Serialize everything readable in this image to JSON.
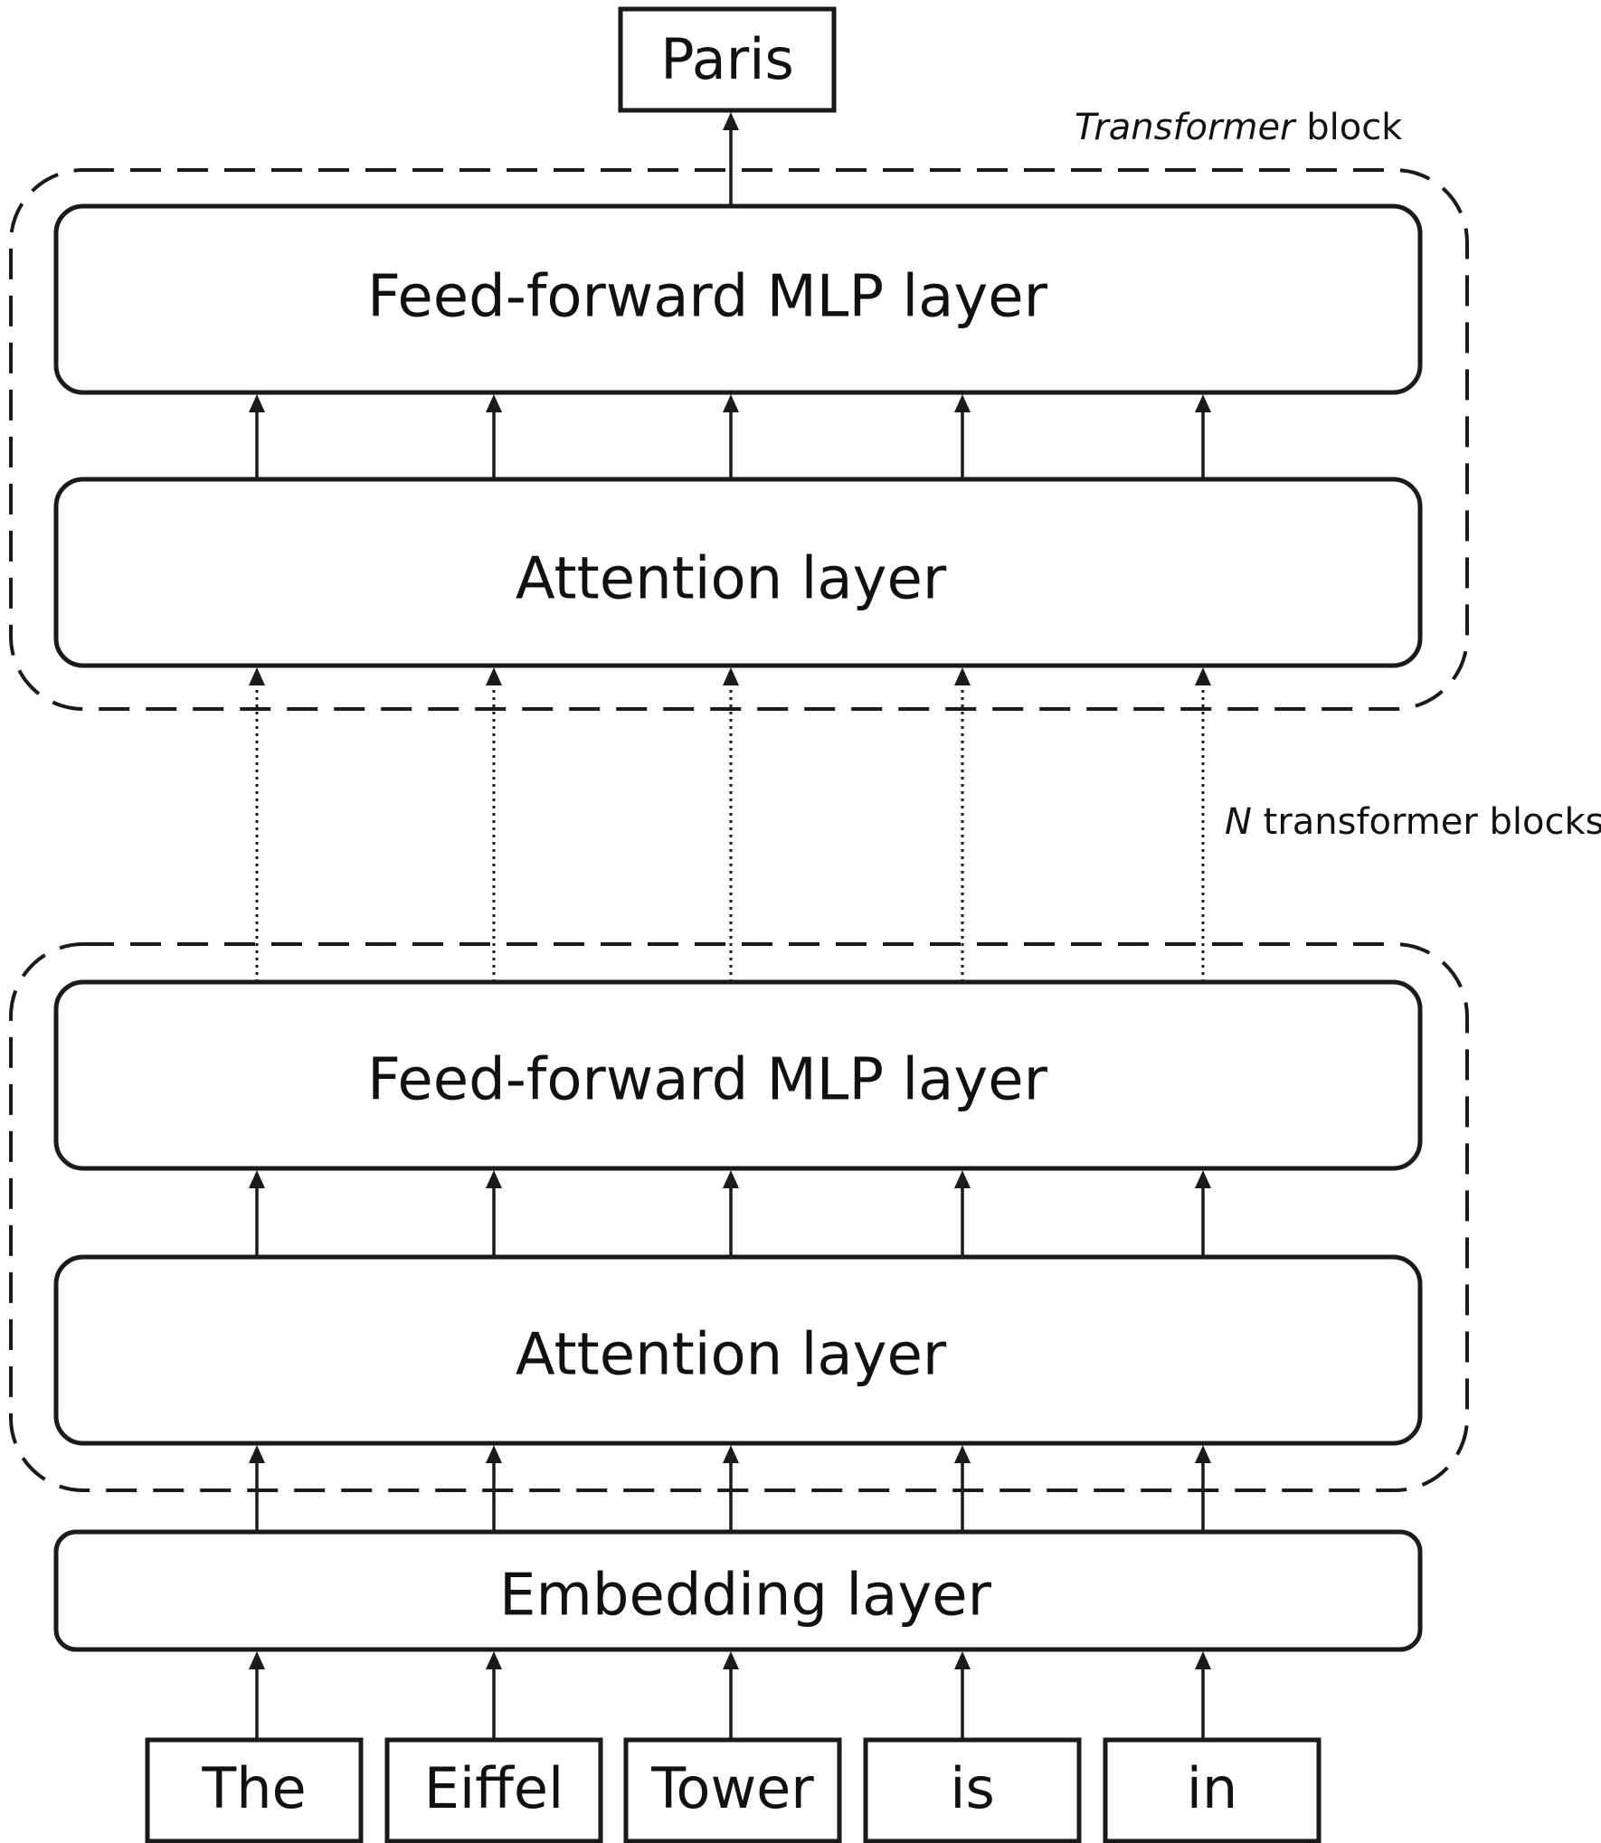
{
  "output_token": "Paris",
  "block_label": {
    "emphasis": "Transformer",
    "rest": " block"
  },
  "repeat_label": {
    "emphasis": "N",
    "rest": " transformer blocks"
  },
  "top_block": {
    "mlp_label": "Feed-forward MLP layer",
    "attention_label": "Attention layer"
  },
  "bottom_block": {
    "mlp_label": "Feed-forward MLP layer",
    "attention_label": "Attention layer"
  },
  "embedding_label": "Embedding layer",
  "input_tokens": [
    "The",
    "Eiffel",
    "Tower",
    "is",
    "in"
  ]
}
